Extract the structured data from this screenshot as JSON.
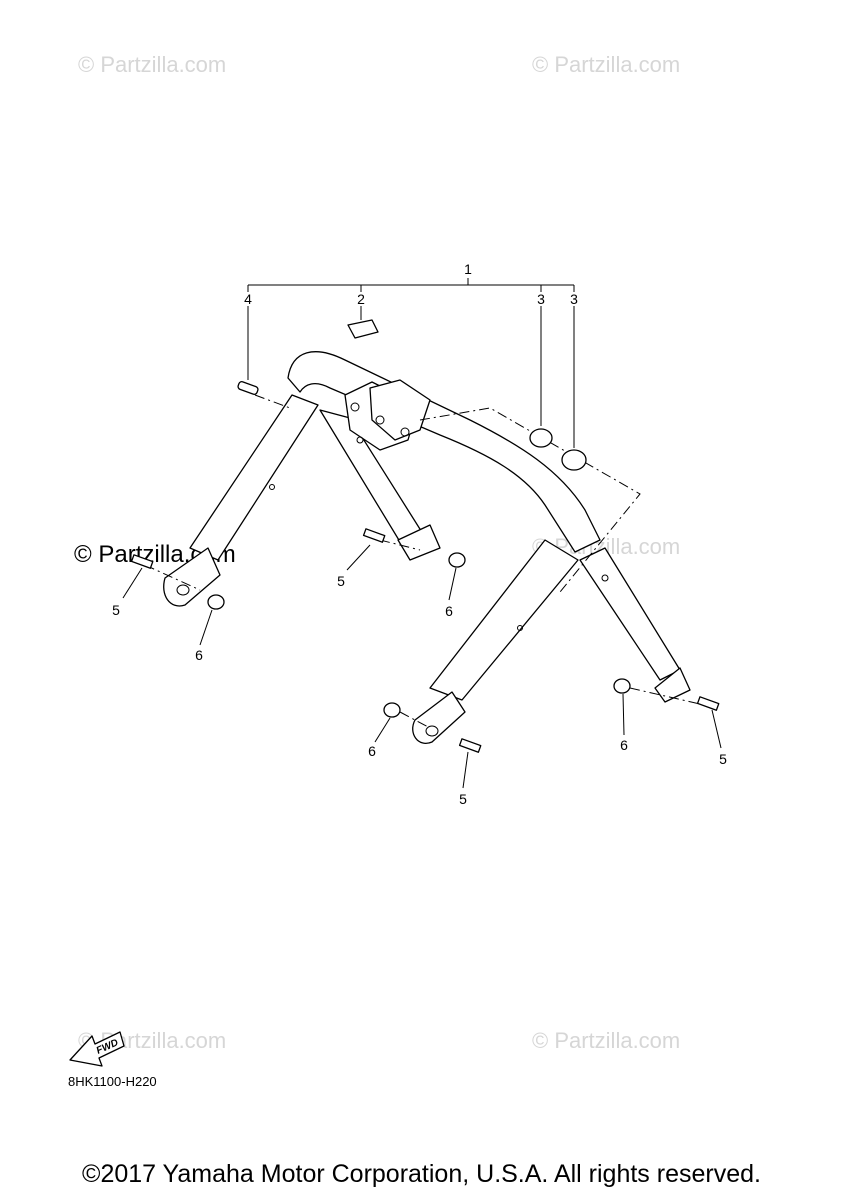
{
  "watermarks": [
    "© Partzilla.com",
    "© Partzilla.com",
    "© Partzilla.com",
    "© Partzilla.com",
    "© Partzilla.com",
    "© Partzilla.com"
  ],
  "callouts": {
    "c1": "1",
    "c2": "2",
    "c3a": "3",
    "c3b": "3",
    "c4": "4",
    "c5a": "5",
    "c5b": "5",
    "c5c": "5",
    "c5d": "5",
    "c6a": "6",
    "c6b": "6",
    "c6c": "6",
    "c6d": "6"
  },
  "fwd_label": "FWD",
  "diagram_ref": "8HK1100-H220",
  "copyright": "©2017 Yamaha Motor Corporation, U.S.A. All rights reserved."
}
